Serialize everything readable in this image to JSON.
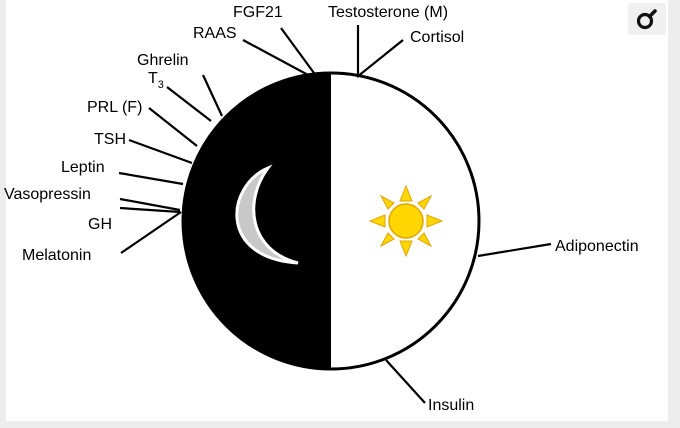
{
  "diagram": {
    "hormones": {
      "melatonin": "Melatonin",
      "gh": "GH",
      "vasopressin": "Vasopressin",
      "leptin": "Leptin",
      "tsh": "TSH",
      "prl": "PRL (F)",
      "t3_base": "T",
      "t3_sub": "3",
      "ghrelin": "Ghrelin",
      "raas": "RAAS",
      "fgf21": "FGF21",
      "testosterone": "Testosterone (M)",
      "cortisol": "Cortisol",
      "adiponectin": "Adiponectin",
      "insulin": "Insulin"
    },
    "colors": {
      "night": "#000000",
      "day": "#ffffff",
      "moon": "#c8c8c8",
      "sun": "#ffd700"
    }
  },
  "toolbar": {
    "expand_icon": "magnify-icon"
  }
}
